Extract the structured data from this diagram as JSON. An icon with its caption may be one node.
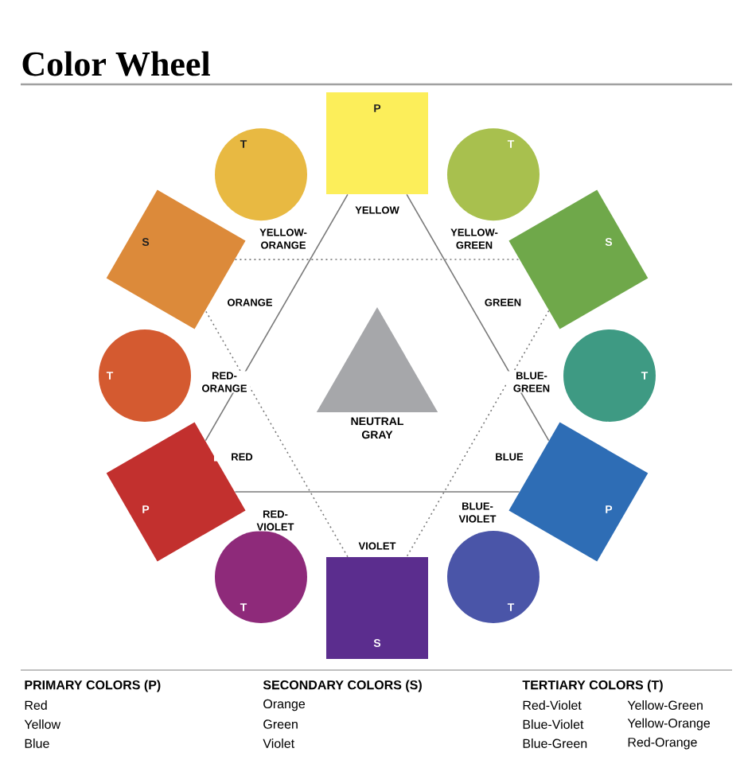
{
  "diagram": {
    "title": "Color Wheel",
    "nodes": [
      {
        "text": [
          "P"
        ],
        "beside": [
          "YELLOW"
        ]
      },
      {
        "text": [
          "T"
        ],
        "beside": [
          "YELLOW-GREEN"
        ]
      },
      {
        "text": [
          "S"
        ],
        "beside": [
          "GREEN"
        ]
      },
      {
        "text": [
          "T"
        ],
        "beside": [
          "BLUE-GREEN"
        ]
      },
      {
        "text": [
          "P"
        ],
        "beside": [
          "BLUE"
        ]
      },
      {
        "text": [
          "T"
        ],
        "beside": [
          "BLUE-VIOLET"
        ]
      },
      {
        "text": [
          "S"
        ],
        "beside": [
          "VIOLET"
        ]
      },
      {
        "text": [
          "T"
        ],
        "beside": [
          "RED-VIOLET"
        ]
      },
      {
        "text": [
          "P"
        ],
        "beside": [
          "RED"
        ]
      },
      {
        "text": [
          "T"
        ],
        "beside": [
          "RED-ORANGE"
        ]
      },
      {
        "text": [
          "S"
        ],
        "beside": [
          "ORANGE"
        ]
      },
      {
        "text": [
          "T"
        ],
        "beside": [
          "YELLOW-ORANGE"
        ]
      },
      {
        "text": [
          "NEUTRAL GRAY"
        ]
      }
    ],
    "edges": [
      {
        "from": 0,
        "to": 8,
        "arrow": "none"
      },
      {
        "from": 8,
        "to": 4,
        "arrow": "none"
      },
      {
        "from": 4,
        "to": 0,
        "arrow": "none"
      },
      {
        "from": 10,
        "to": 2,
        "arrow": "none",
        "style": "dashed"
      },
      {
        "from": 2,
        "to": 6,
        "arrow": "none",
        "style": "dashed"
      },
      {
        "from": 6,
        "to": 10,
        "arrow": "none",
        "style": "dashed"
      }
    ],
    "labels": [
      "PRIMARY COLORS (P)",
      "Red",
      "Yellow",
      "Blue",
      "SECONDARY COLORS (S)",
      "Orange",
      "Green",
      "Violet",
      "TERTIARY COLORS (T)",
      "Red-Violet",
      "Yellow-Green",
      "Blue-Violet",
      "Yellow-Orange",
      "Blue-Green",
      "Red-Orange"
    ]
  }
}
